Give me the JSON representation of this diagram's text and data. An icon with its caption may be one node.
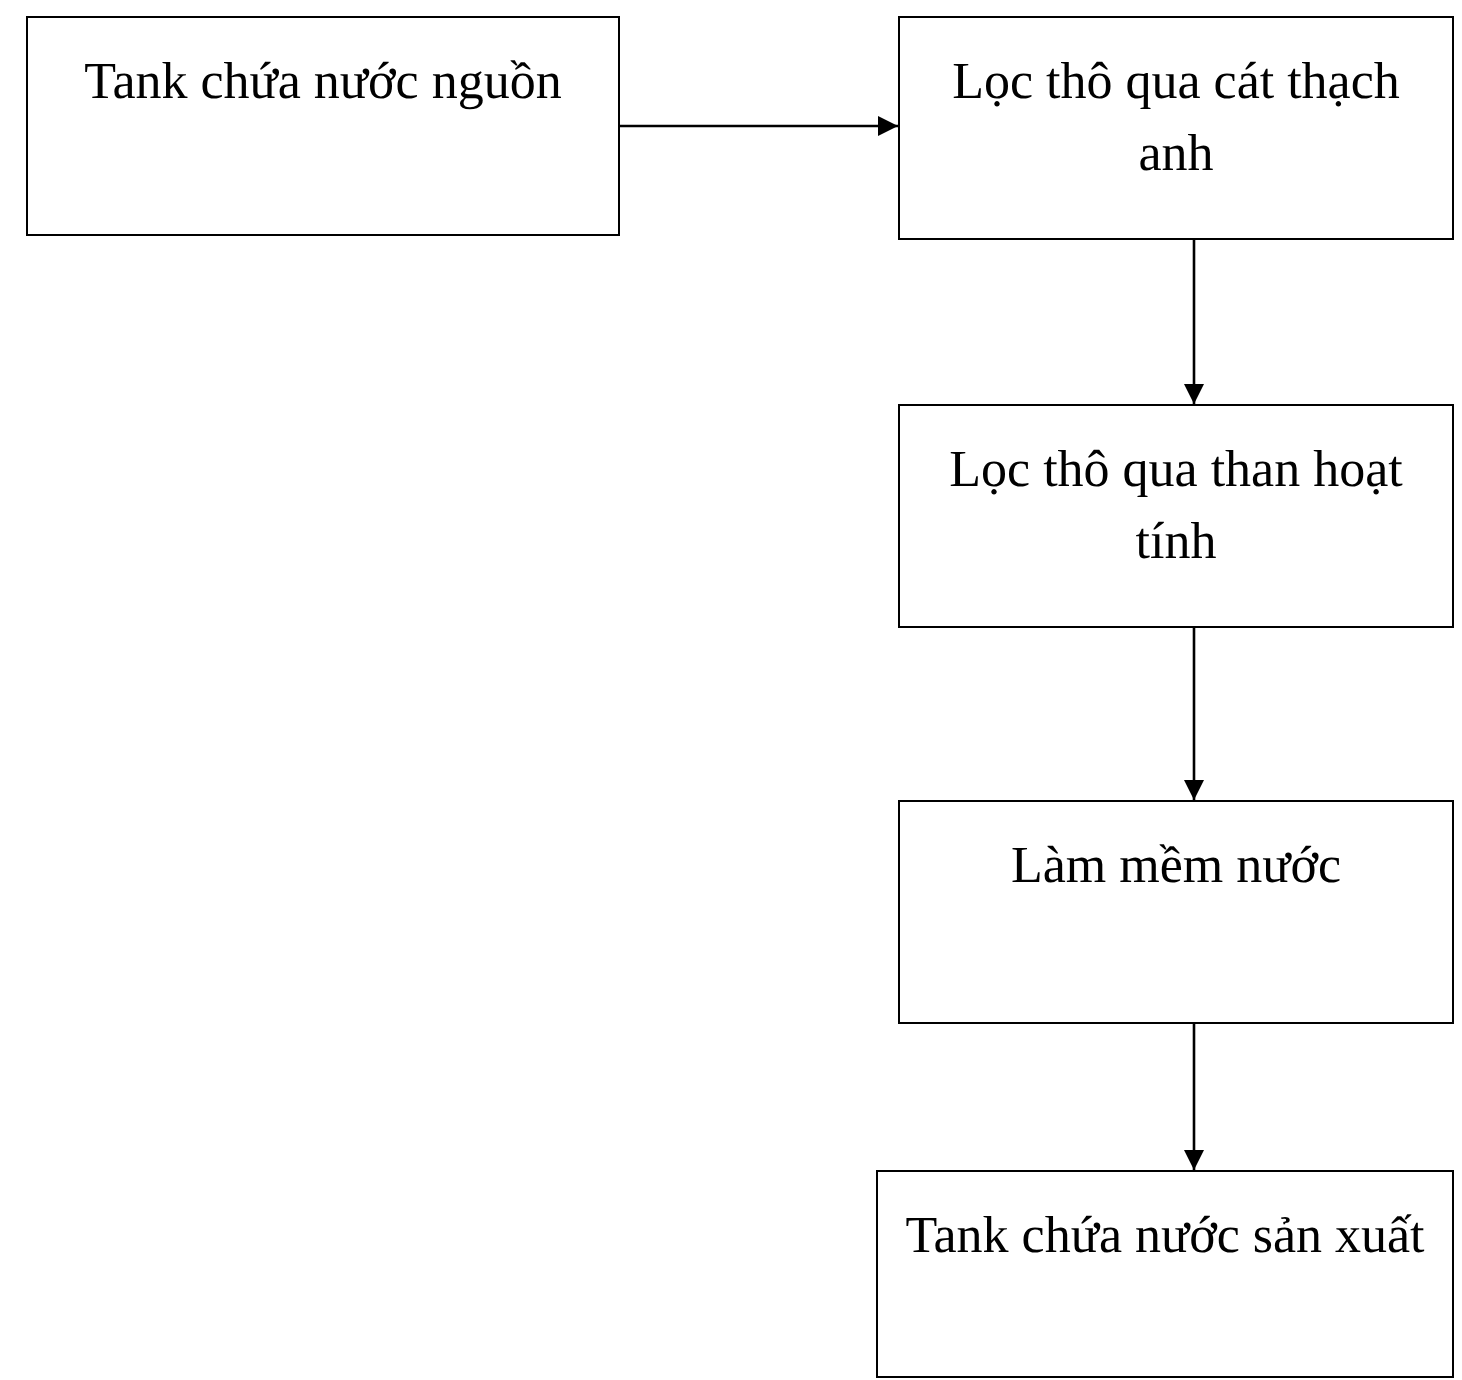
{
  "diagram": {
    "nodes": [
      {
        "text": [
          "Tank chứa nước nguồn"
        ]
      },
      {
        "text": [
          "Lọc thô qua cát thạch anh"
        ]
      },
      {
        "text": [
          "Lọc thô qua than hoạt tính"
        ]
      },
      {
        "text": [
          "Làm mềm nước"
        ]
      },
      {
        "text": [
          "Tank chứa nước sản xuất"
        ]
      }
    ],
    "edges": [
      {
        "from": 0,
        "to": 1,
        "arrow": "to"
      },
      {
        "from": 1,
        "to": 2,
        "arrow": "to"
      },
      {
        "from": 2,
        "to": 3,
        "arrow": "to"
      },
      {
        "from": 3,
        "to": 4,
        "arrow": "to"
      }
    ]
  }
}
